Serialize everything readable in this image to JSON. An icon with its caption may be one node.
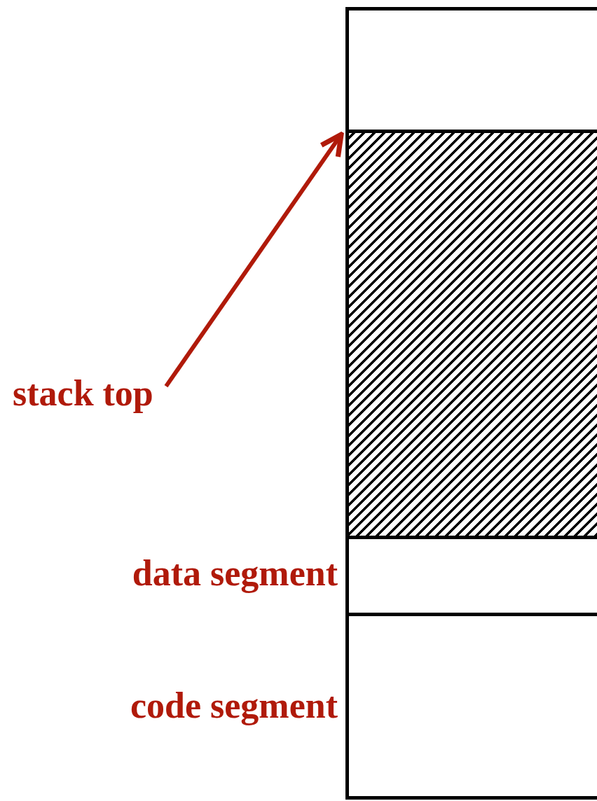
{
  "diagram": {
    "nodes": [
      {
        "text": [],
        "shape": "box"
      },
      {
        "text": [],
        "shape": "box"
      },
      {
        "text": [
          "data segment"
        ]
      },
      {
        "text": [
          "code segment"
        ]
      },
      {
        "text": [
          "stack top"
        ]
      }
    ],
    "edges": [
      {
        "from": 4,
        "to": 1,
        "arrow": "to",
        "color": "#b01a0a"
      }
    ]
  }
}
